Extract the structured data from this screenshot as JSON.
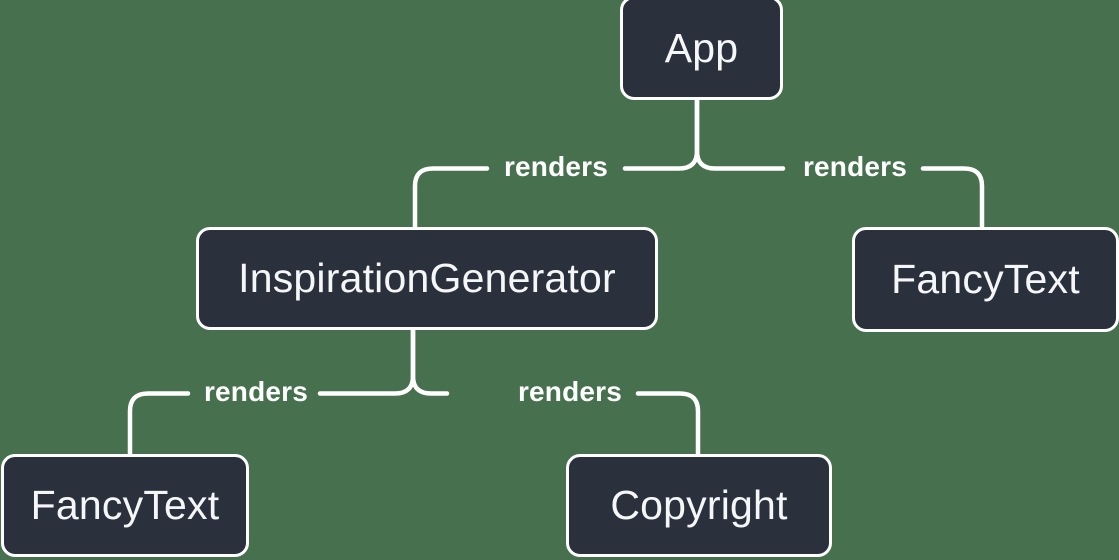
{
  "diagram": {
    "type": "render-tree",
    "colors": {
      "background": "#47714E",
      "node_fill": "#2B313C",
      "node_border": "#FFFFFF",
      "node_text": "#F5F6F7",
      "edge_line": "#FFFFFF",
      "label_text": "#FFFFFF"
    },
    "nodes": [
      {
        "id": "app",
        "label": "App"
      },
      {
        "id": "inspiration-generator",
        "label": "InspirationGenerator"
      },
      {
        "id": "fancy-text-right",
        "label": "FancyText"
      },
      {
        "id": "fancy-text-left",
        "label": "FancyText"
      },
      {
        "id": "copyright",
        "label": "Copyright"
      }
    ],
    "edges": [
      {
        "from": "App",
        "to": "InspirationGenerator",
        "label": "renders"
      },
      {
        "from": "App",
        "to": "FancyText",
        "label": "renders"
      },
      {
        "from": "InspirationGenerator",
        "to": "FancyText",
        "label": "renders"
      },
      {
        "from": "InspirationGenerator",
        "to": "Copyright",
        "label": "renders"
      }
    ]
  }
}
